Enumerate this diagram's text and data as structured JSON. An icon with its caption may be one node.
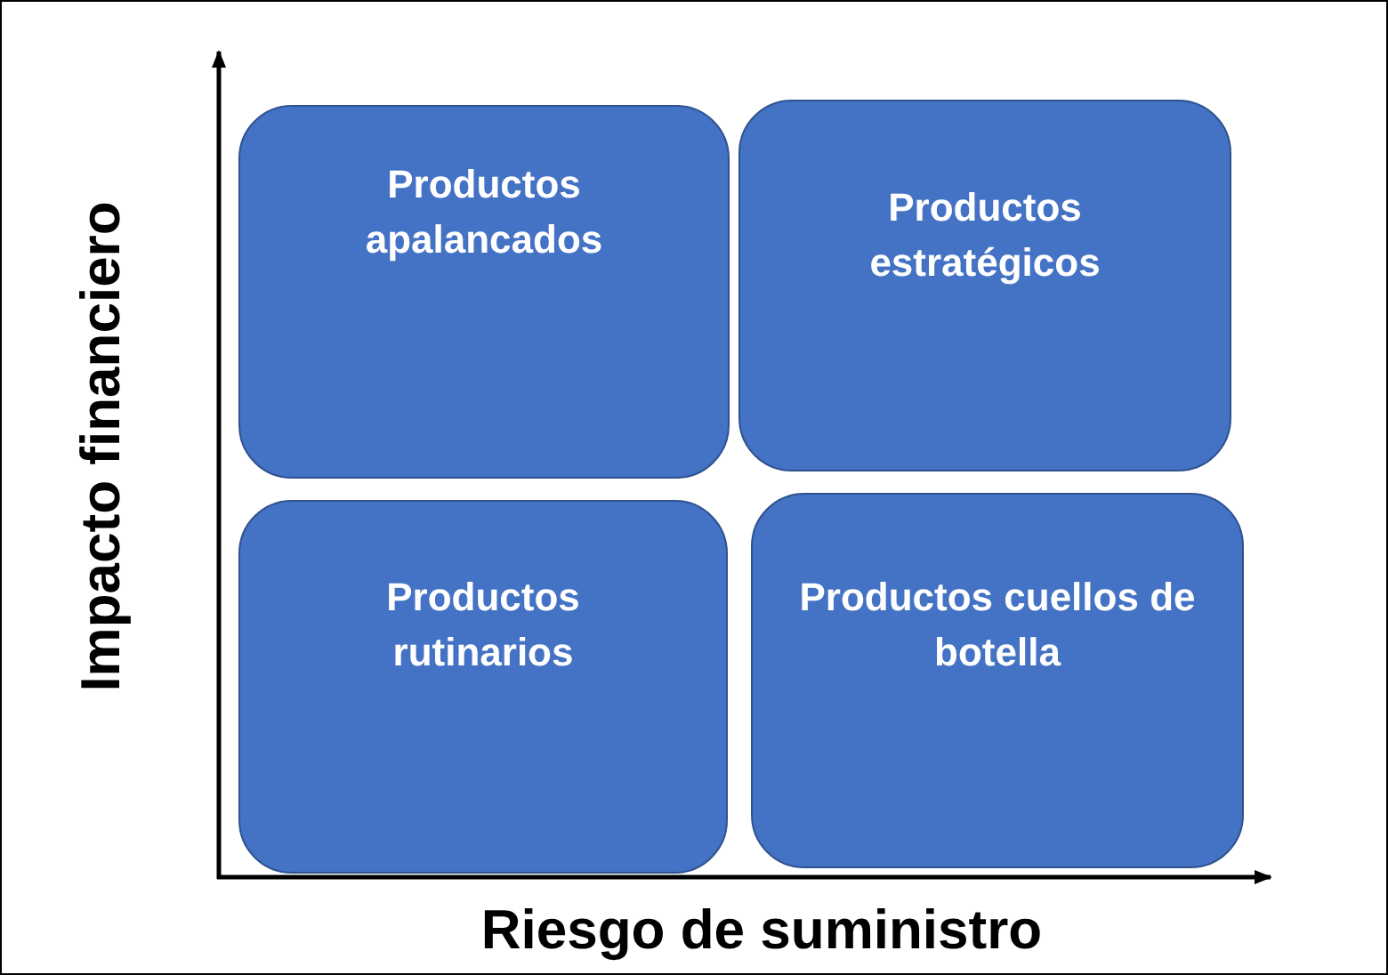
{
  "diagram": {
    "nodes": [
      {
        "text": [
          "Productos apalancados"
        ]
      },
      {
        "text": [
          "Productos estratégicos"
        ]
      },
      {
        "text": [
          "Productos rutinarios"
        ]
      },
      {
        "text": [
          "Productos cuellos de botella"
        ]
      }
    ],
    "labels": [
      "Impacto financiero",
      "Riesgo de suministro"
    ]
  }
}
